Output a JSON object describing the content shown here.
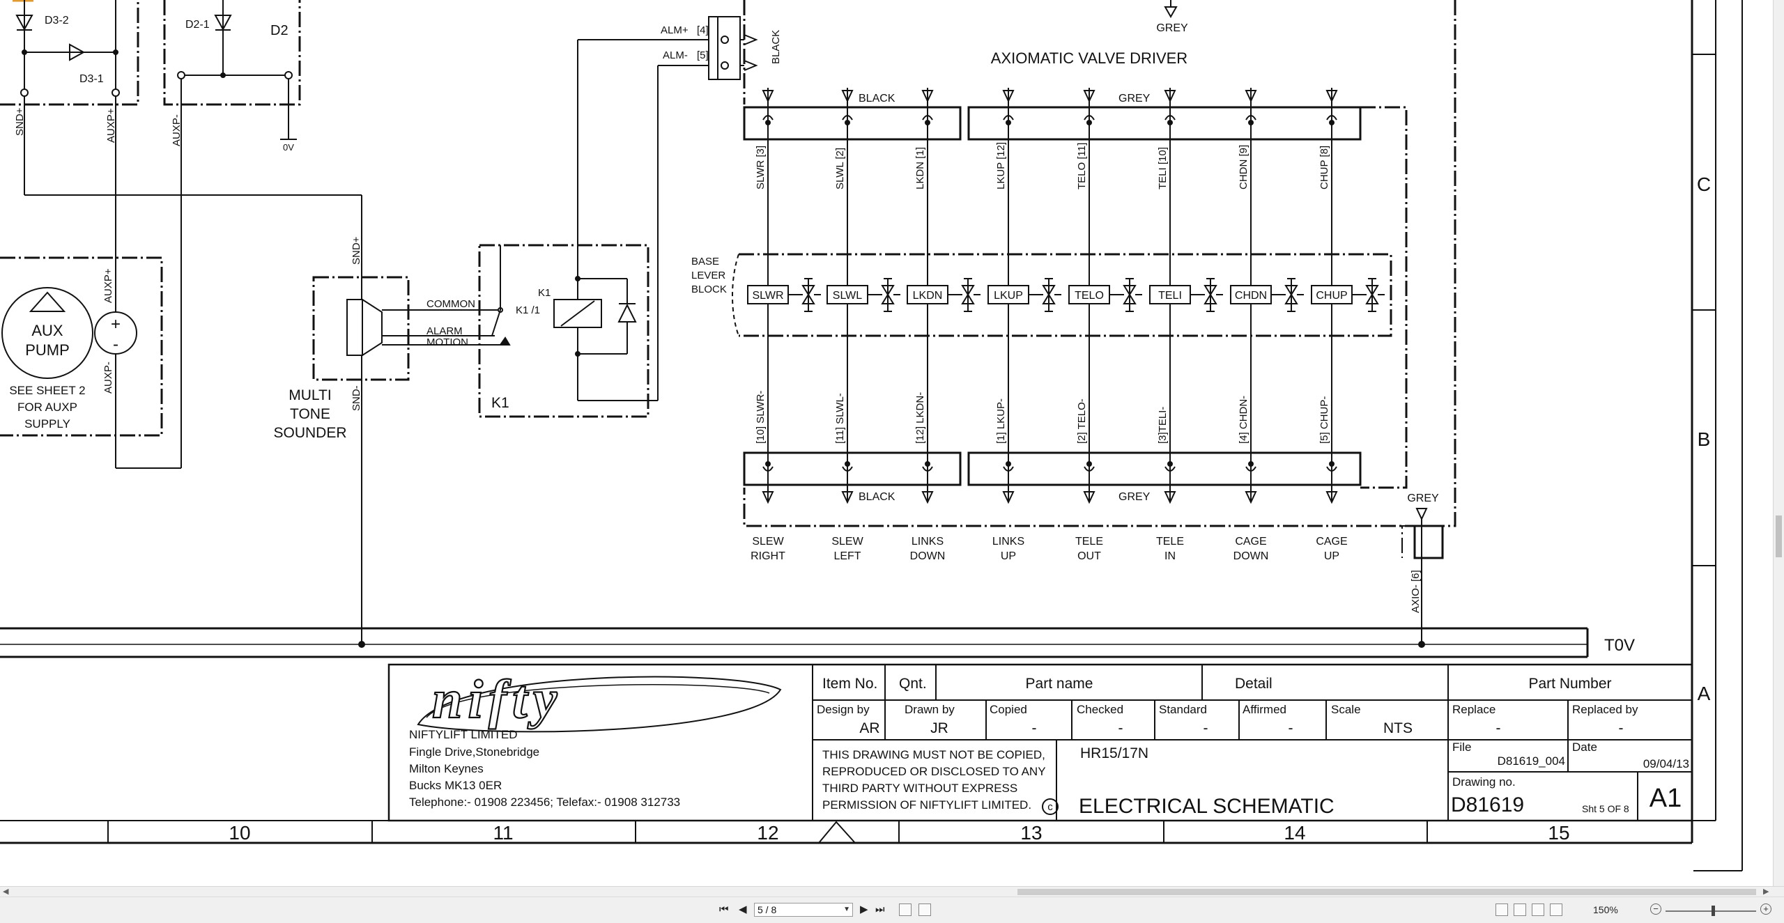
{
  "diodes": {
    "d3_2": "D3-2",
    "d3_1": "D3-1",
    "d2_1": "D2-1",
    "d2": "D2"
  },
  "wires": {
    "snd_plus": "SND+",
    "auxp_plus": "AUXP+",
    "auxp_minus": "AUXP-",
    "zero_v": "0V",
    "snd_minus": "SND-",
    "alm_plus": "ALM+",
    "alm_minus": "ALM-",
    "alm_plus_pin": "[4]",
    "alm_minus_pin": "[5]",
    "black": "BLACK",
    "grey": "GREY",
    "axio_minus": "AXIO- [6]"
  },
  "aux_pump": {
    "line1": "AUX",
    "line2": "PUMP",
    "note1": "SEE SHEET 2",
    "note2": "FOR AUXP",
    "note3": "SUPPLY",
    "plus": "+",
    "minus": "-"
  },
  "sounder": {
    "line1": "MULTI",
    "line2": "TONE",
    "line3": "SOUNDER",
    "common": "COMMON",
    "alarm": "ALARM",
    "motion": "MOTION"
  },
  "relay": {
    "k1": "K1",
    "k1_contact": "K1 /1",
    "k1_box": "K1"
  },
  "valve_driver": {
    "title": "AXIOMATIC VALVE DRIVER",
    "base_lever_1": "BASE",
    "base_lever_2": "LEVER",
    "base_lever_3": "BLOCK",
    "top_pins": [
      "SLWR [3]",
      "SLWL [2]",
      "LKDN [1]",
      "LKUP [12]",
      "TELO [11]",
      "TELI [10]",
      "CHDN [9]",
      "CHUP [8]"
    ],
    "bottom_pins": [
      "[10] SLWR-",
      "[11] SLWL-",
      "[12] LKDN-",
      "[1] LKUP-",
      "[2] TELO-",
      "[3]TELI-",
      "[4] CHDN-",
      "[5] CHUP-"
    ],
    "valves": [
      "SLWR",
      "SLWL",
      "LKDN",
      "LKUP",
      "TELO",
      "TELI",
      "CHDN",
      "CHUP"
    ],
    "functions_1": [
      "SLEW",
      "SLEW",
      "LINKS",
      "LINKS",
      "TELE",
      "TELE",
      "CAGE",
      "CAGE"
    ],
    "functions_2": [
      "RIGHT",
      "LEFT",
      "DOWN",
      "UP",
      "OUT",
      "IN",
      "DOWN",
      "UP"
    ]
  },
  "rail": {
    "label": "T0V"
  },
  "title_block": {
    "company": "NIFTYLIFT LIMITED",
    "address1": "Fingle Drive,Stonebridge",
    "address2": "Milton Keynes",
    "address3": "Bucks MK13 0ER",
    "phone": "Telephone:- 01908 223456; Telefax:- 01908 312733",
    "item_no": "Item No.",
    "qnt": "Qnt.",
    "part_name": "Part name",
    "detail": "Detail",
    "part_number": "Part Number",
    "design_by": "Design by",
    "design_by_val": "AR",
    "drawn_by": "Drawn by",
    "drawn_by_val": "JR",
    "copied": "Copied",
    "copied_val": "-",
    "checked": "Checked",
    "checked_val": "-",
    "standard": "Standard",
    "standard_val": "-",
    "affirmed": "Affirmed",
    "affirmed_val": "-",
    "scale": "Scale",
    "scale_val": "NTS",
    "replace": "Replace",
    "replace_val": "-",
    "replaced_by": "Replaced by",
    "replaced_by_val": "-",
    "copyright1": "THIS DRAWING MUST NOT BE COPIED,",
    "copyright2": "REPRODUCED OR DISCLOSED TO ANY",
    "copyright3": "THIRD PARTY WITHOUT EXPRESS",
    "copyright4": "PERMISSION OF NIFTYLIFT LIMITED.",
    "copyright_mark": "c",
    "model": "HR15/17N",
    "drawing_title": "ELECTRICAL SCHEMATIC",
    "file": "File",
    "file_val": "D81619_004",
    "date": "Date",
    "date_val": "09/04/13",
    "drawing_no": "Drawing no.",
    "drawing_no_val": "D81619",
    "sheet": "Sht 5 OF 8",
    "size": "A1"
  },
  "grid": {
    "columns": [
      "10",
      "11",
      "12",
      "13",
      "14",
      "15"
    ],
    "rows": [
      "C",
      "B",
      "A"
    ]
  },
  "viewer": {
    "page_value": "5 / 8",
    "zoom": "150%"
  }
}
